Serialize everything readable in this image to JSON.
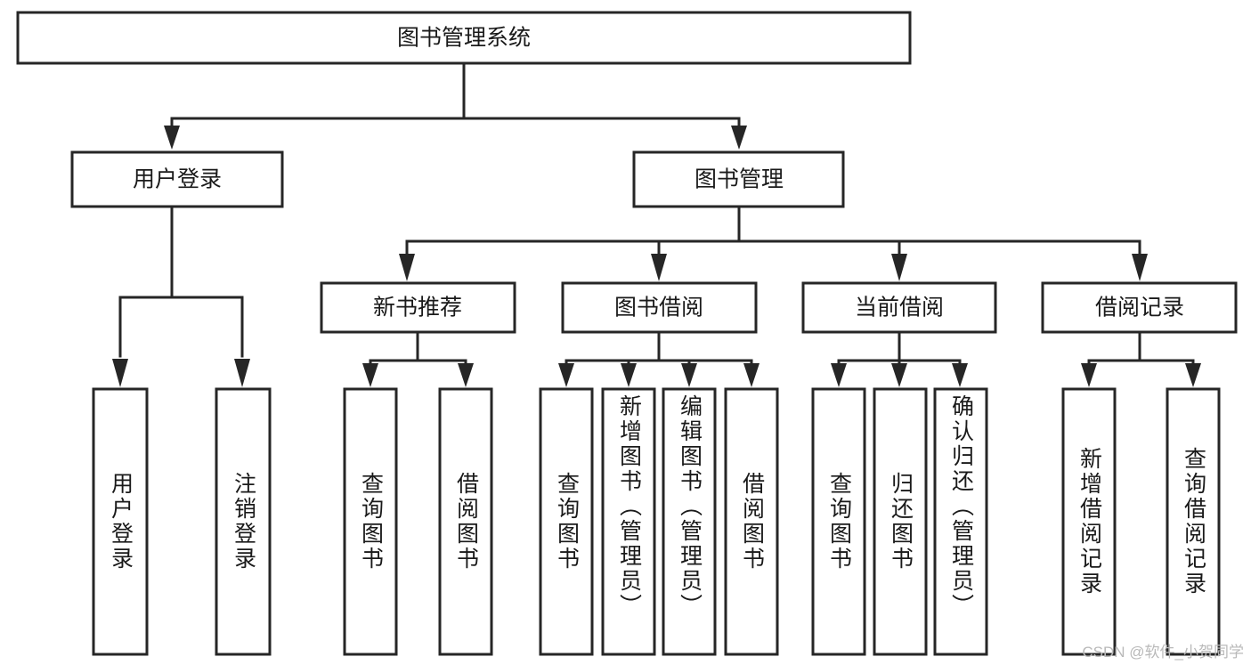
{
  "diagram": {
    "type": "tree-diagram",
    "title": "图书管理系统",
    "orientation": "top-down",
    "colors": {
      "box_fill": "#ffffff",
      "box_stroke": "#262626",
      "text": "#1a1a1a",
      "background": "#ffffff",
      "watermark": "#b9b9b9"
    },
    "root": {
      "label": "图书管理系统"
    },
    "level2": [
      {
        "label": "用户登录"
      },
      {
        "label": "图书管理"
      }
    ],
    "level3": [
      {
        "label": "新书推荐"
      },
      {
        "label": "图书借阅"
      },
      {
        "label": "当前借阅"
      },
      {
        "label": "借阅记录"
      }
    ],
    "leaves": {
      "user_login": [
        {
          "label": "用户登录"
        },
        {
          "label": "注销登录"
        }
      ],
      "new_book_recommend": [
        {
          "label": "查询图书"
        },
        {
          "label": "借阅图书"
        }
      ],
      "book_borrow": [
        {
          "label": "查询图书"
        },
        {
          "label": "新增图书（管理员）"
        },
        {
          "label": "编辑图书（管理员）"
        },
        {
          "label": "借阅图书"
        }
      ],
      "current_borrow": [
        {
          "label": "查询图书"
        },
        {
          "label": "归还图书"
        },
        {
          "label": "确认归还（管理员）"
        }
      ],
      "borrow_record": [
        {
          "label": "新增借阅记录"
        },
        {
          "label": "查询借阅记录"
        }
      ]
    }
  },
  "watermark": {
    "text": "CSDN @软件_小贺同学"
  }
}
